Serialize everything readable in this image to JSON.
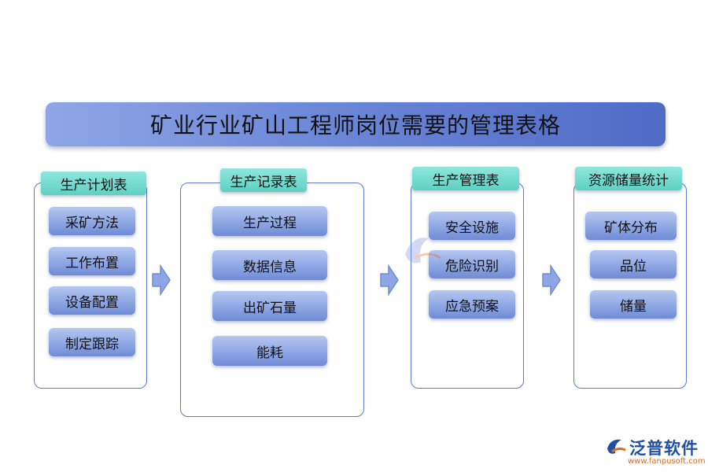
{
  "title": "矿业行业矿山工程师岗位需要的管理表格",
  "columns": [
    {
      "title": "生产计划表",
      "items": [
        "采矿方法",
        "工作布置",
        "设备配置",
        "制定跟踪"
      ]
    },
    {
      "title": "生产记录表",
      "items": [
        "生产过程",
        "数据信息",
        "出矿石量",
        "能耗"
      ]
    },
    {
      "title": "生产管理表",
      "items": [
        "安全设施",
        "危险识别",
        "应急预案"
      ]
    },
    {
      "title": "资源储量统计",
      "items": [
        "矿体分布",
        "品位",
        "储量"
      ]
    }
  ],
  "logo": {
    "name": "泛普软件",
    "url": "www.fanpusoft.com"
  },
  "colors": {
    "title_bar": "#6f8ad9",
    "column_border": "#5d79d0",
    "column_title": "#5fd0c4",
    "item": "#8ea7e4",
    "arrow": "#7f98dd",
    "logo_blue": "#1f4ea5",
    "logo_orange": "#e06a1e"
  }
}
